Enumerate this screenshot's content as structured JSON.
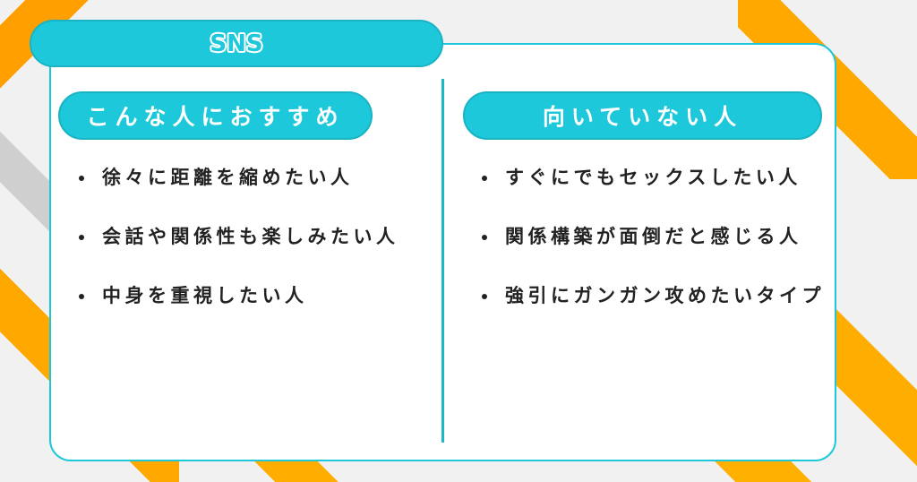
{
  "banner": {
    "title": "SNS"
  },
  "left": {
    "heading": "こんな人におすすめ",
    "items": [
      "徐々に距離を縮めたい人",
      "会話や関係性も楽しみたい人",
      "中身を重視したい人"
    ]
  },
  "right": {
    "heading": "向いていない人",
    "items": [
      "すぐにでもセックスしたい人",
      "関係構築が面倒だと感じる人",
      "強引にガンガン攻めたいタイプ"
    ]
  },
  "colors": {
    "accent": "#1cc8da",
    "orange": "#ffa200",
    "text": "#222222"
  }
}
